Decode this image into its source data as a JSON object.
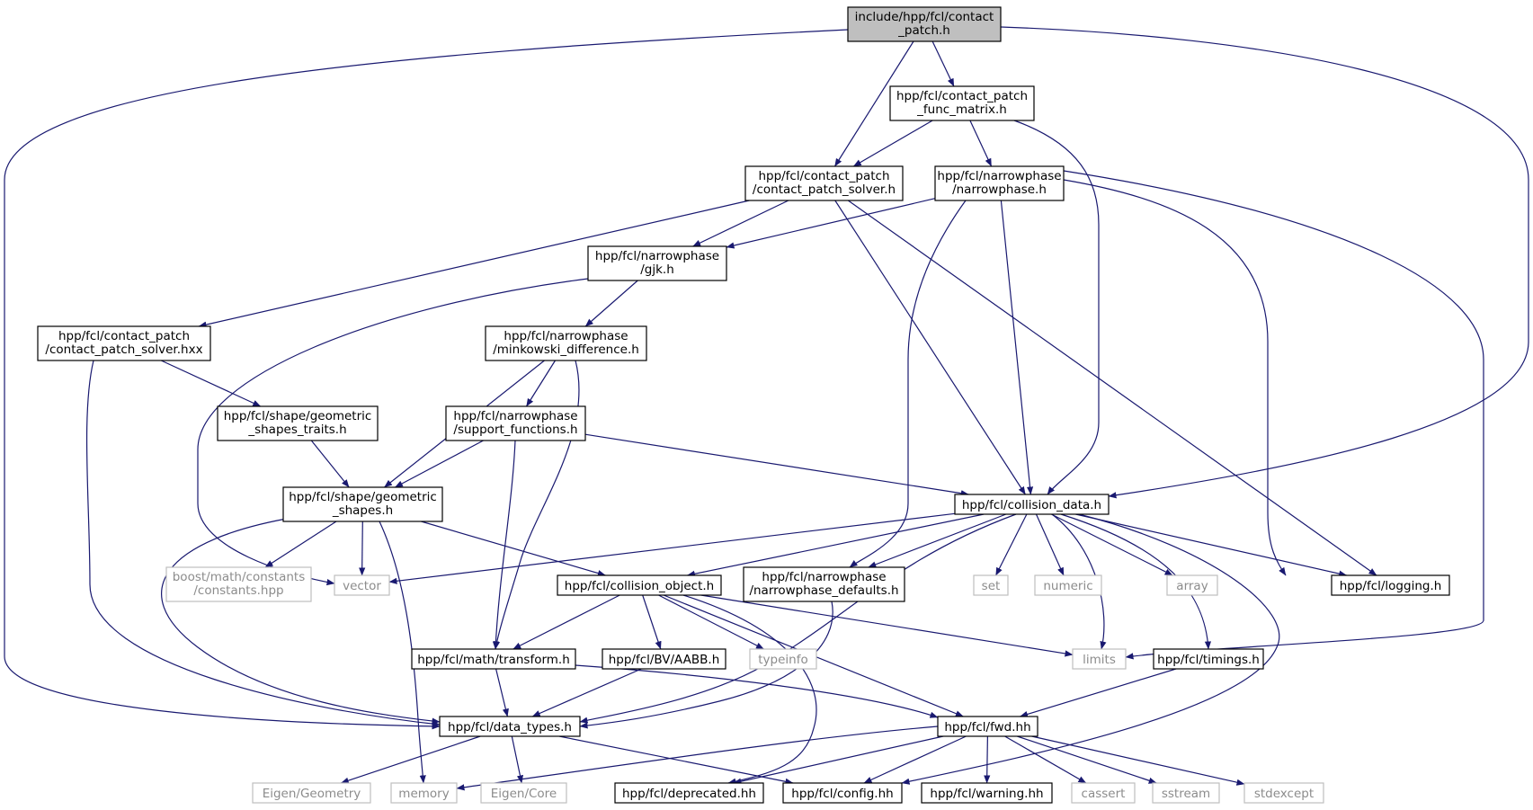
{
  "colors": {
    "edge": "#191970",
    "border": "#000000",
    "system_border": "#bfbfbf",
    "root_fill": "#bfbfbf",
    "node_fill": "#ffffff",
    "system_text": "#8c8c8c"
  },
  "nodes": [
    {
      "id": "root",
      "lines": [
        "include/hpp/fcl/contact",
        "_patch.h"
      ],
      "kind": "root"
    },
    {
      "id": "func_matrix",
      "lines": [
        "hpp/fcl/contact_patch",
        "_func_matrix.h"
      ],
      "kind": "file"
    },
    {
      "id": "cps_h",
      "lines": [
        "hpp/fcl/contact_patch",
        "/contact_patch_solver.h"
      ],
      "kind": "file"
    },
    {
      "id": "narrowphase_h",
      "lines": [
        "hpp/fcl/narrowphase",
        "/narrowphase.h"
      ],
      "kind": "file"
    },
    {
      "id": "gjk_h",
      "lines": [
        "hpp/fcl/narrowphase",
        "/gjk.h"
      ],
      "kind": "file"
    },
    {
      "id": "cps_hxx",
      "lines": [
        "hpp/fcl/contact_patch",
        "/contact_patch_solver.hxx"
      ],
      "kind": "file"
    },
    {
      "id": "minkowski",
      "lines": [
        "hpp/fcl/narrowphase",
        "/minkowski_difference.h"
      ],
      "kind": "file"
    },
    {
      "id": "shapes_traits",
      "lines": [
        "hpp/fcl/shape/geometric",
        "_shapes_traits.h"
      ],
      "kind": "file"
    },
    {
      "id": "support",
      "lines": [
        "hpp/fcl/narrowphase",
        "/support_functions.h"
      ],
      "kind": "file"
    },
    {
      "id": "geo_shapes",
      "lines": [
        "hpp/fcl/shape/geometric",
        "_shapes.h"
      ],
      "kind": "file"
    },
    {
      "id": "collision_data",
      "lines": [
        "hpp/fcl/collision_data.h"
      ],
      "kind": "file"
    },
    {
      "id": "boost_const",
      "lines": [
        "boost/math/constants",
        "/constants.hpp"
      ],
      "kind": "system"
    },
    {
      "id": "vector",
      "lines": [
        "vector"
      ],
      "kind": "system"
    },
    {
      "id": "collision_object",
      "lines": [
        "hpp/fcl/collision_object.h"
      ],
      "kind": "file"
    },
    {
      "id": "np_defaults",
      "lines": [
        "hpp/fcl/narrowphase",
        "/narrowphase_defaults.h"
      ],
      "kind": "file"
    },
    {
      "id": "set",
      "lines": [
        "set"
      ],
      "kind": "system"
    },
    {
      "id": "numeric",
      "lines": [
        "numeric"
      ],
      "kind": "system"
    },
    {
      "id": "array",
      "lines": [
        "array"
      ],
      "kind": "system"
    },
    {
      "id": "logging",
      "lines": [
        "hpp/fcl/logging.h"
      ],
      "kind": "file"
    },
    {
      "id": "transform",
      "lines": [
        "hpp/fcl/math/transform.h"
      ],
      "kind": "file"
    },
    {
      "id": "aabb",
      "lines": [
        "hpp/fcl/BV/AABB.h"
      ],
      "kind": "file"
    },
    {
      "id": "typeinfo",
      "lines": [
        "typeinfo"
      ],
      "kind": "system"
    },
    {
      "id": "limits",
      "lines": [
        "limits"
      ],
      "kind": "system"
    },
    {
      "id": "timings",
      "lines": [
        "hpp/fcl/timings.h"
      ],
      "kind": "file"
    },
    {
      "id": "data_types",
      "lines": [
        "hpp/fcl/data_types.h"
      ],
      "kind": "file"
    },
    {
      "id": "fwd",
      "lines": [
        "hpp/fcl/fwd.hh"
      ],
      "kind": "file"
    },
    {
      "id": "eigen_geo",
      "lines": [
        "Eigen/Geometry"
      ],
      "kind": "system"
    },
    {
      "id": "memory",
      "lines": [
        "memory"
      ],
      "kind": "system"
    },
    {
      "id": "eigen_core",
      "lines": [
        "Eigen/Core"
      ],
      "kind": "system"
    },
    {
      "id": "deprecated",
      "lines": [
        "hpp/fcl/deprecated.hh"
      ],
      "kind": "file"
    },
    {
      "id": "config",
      "lines": [
        "hpp/fcl/config.hh"
      ],
      "kind": "file"
    },
    {
      "id": "warning",
      "lines": [
        "hpp/fcl/warning.hh"
      ],
      "kind": "file"
    },
    {
      "id": "cassert",
      "lines": [
        "cassert"
      ],
      "kind": "system"
    },
    {
      "id": "sstream",
      "lines": [
        "sstream"
      ],
      "kind": "system"
    },
    {
      "id": "stdexcept",
      "lines": [
        "stdexcept"
      ],
      "kind": "system"
    }
  ],
  "edges": [
    [
      "root",
      "func_matrix"
    ],
    [
      "root",
      "cps_h"
    ],
    [
      "root",
      "collision_data"
    ],
    [
      "root",
      "data_types"
    ],
    [
      "func_matrix",
      "cps_h"
    ],
    [
      "func_matrix",
      "narrowphase_h"
    ],
    [
      "func_matrix",
      "collision_data"
    ],
    [
      "cps_h",
      "gjk_h"
    ],
    [
      "cps_h",
      "cps_hxx"
    ],
    [
      "cps_h",
      "collision_data"
    ],
    [
      "cps_h",
      "logging"
    ],
    [
      "narrowphase_h",
      "gjk_h"
    ],
    [
      "narrowphase_h",
      "collision_data"
    ],
    [
      "narrowphase_h",
      "np_defaults"
    ],
    [
      "narrowphase_h",
      "logging"
    ],
    [
      "narrowphase_h",
      "limits"
    ],
    [
      "gjk_h",
      "minkowski"
    ],
    [
      "gjk_h",
      "vector"
    ],
    [
      "cps_hxx",
      "shapes_traits"
    ],
    [
      "cps_hxx",
      "data_types"
    ],
    [
      "minkowski",
      "support"
    ],
    [
      "minkowski",
      "geo_shapes"
    ],
    [
      "minkowski",
      "transform"
    ],
    [
      "shapes_traits",
      "geo_shapes"
    ],
    [
      "support",
      "geo_shapes"
    ],
    [
      "support",
      "collision_data"
    ],
    [
      "support",
      "transform"
    ],
    [
      "geo_shapes",
      "boost_const"
    ],
    [
      "geo_shapes",
      "vector"
    ],
    [
      "geo_shapes",
      "memory"
    ],
    [
      "geo_shapes",
      "collision_object"
    ],
    [
      "geo_shapes",
      "data_types"
    ],
    [
      "collision_data",
      "vector"
    ],
    [
      "collision_data",
      "collision_object"
    ],
    [
      "collision_data",
      "np_defaults"
    ],
    [
      "collision_data",
      "set"
    ],
    [
      "collision_data",
      "numeric"
    ],
    [
      "collision_data",
      "array"
    ],
    [
      "collision_data",
      "logging"
    ],
    [
      "collision_data",
      "limits"
    ],
    [
      "collision_data",
      "timings"
    ],
    [
      "collision_data",
      "data_types"
    ],
    [
      "collision_data",
      "config"
    ],
    [
      "collision_object",
      "transform"
    ],
    [
      "collision_object",
      "aabb"
    ],
    [
      "collision_object",
      "typeinfo"
    ],
    [
      "collision_object",
      "limits"
    ],
    [
      "collision_object",
      "fwd"
    ],
    [
      "collision_object",
      "deprecated"
    ],
    [
      "np_defaults",
      "data_types"
    ],
    [
      "transform",
      "data_types"
    ],
    [
      "transform",
      "fwd"
    ],
    [
      "aabb",
      "data_types"
    ],
    [
      "timings",
      "fwd"
    ],
    [
      "data_types",
      "eigen_geo"
    ],
    [
      "data_types",
      "eigen_core"
    ],
    [
      "data_types",
      "config"
    ],
    [
      "fwd",
      "memory"
    ],
    [
      "fwd",
      "deprecated"
    ],
    [
      "fwd",
      "config"
    ],
    [
      "fwd",
      "warning"
    ],
    [
      "fwd",
      "cassert"
    ],
    [
      "fwd",
      "sstream"
    ],
    [
      "fwd",
      "stdexcept"
    ]
  ]
}
